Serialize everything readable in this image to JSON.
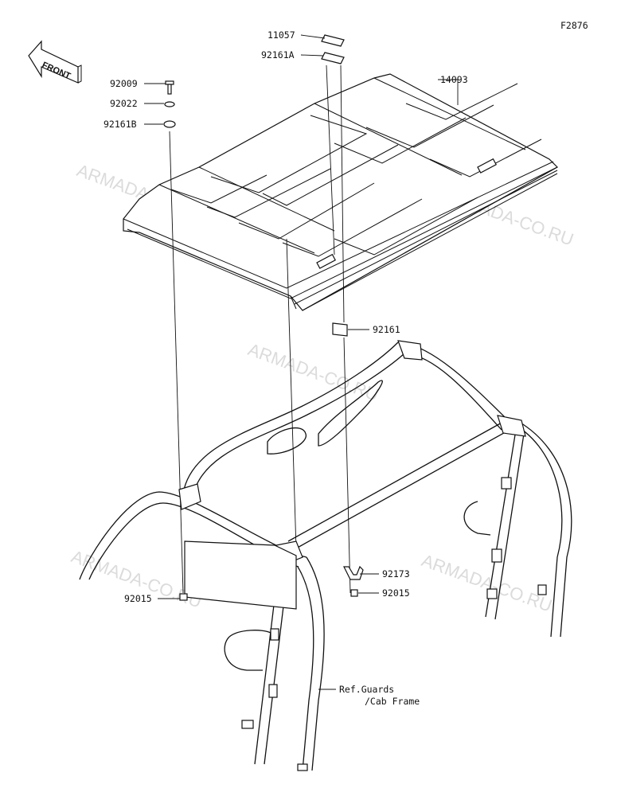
{
  "figure_code": "F2876",
  "front_arrow": {
    "label": "FRONT"
  },
  "parts": [
    {
      "id": "p1",
      "number": "11057"
    },
    {
      "id": "p2",
      "number": "92161A"
    },
    {
      "id": "p3",
      "number": "14093"
    },
    {
      "id": "p4",
      "number": "92009"
    },
    {
      "id": "p5",
      "number": "92022"
    },
    {
      "id": "p6",
      "number": "92161B"
    },
    {
      "id": "p7",
      "number": "92161"
    },
    {
      "id": "p8",
      "number": "92173"
    },
    {
      "id": "p9",
      "number": "92015"
    },
    {
      "id": "p10",
      "number": "92015"
    }
  ],
  "reference": {
    "line1": "Ref.Guards",
    "line2": "/Cab Frame"
  },
  "watermarks": [
    "ARMADA-CO.RU",
    "ARMADA-CO.RU",
    "ARMADA-CO.RU",
    "ARMADA-CO.RU",
    "ARMADA-CO.RU"
  ]
}
